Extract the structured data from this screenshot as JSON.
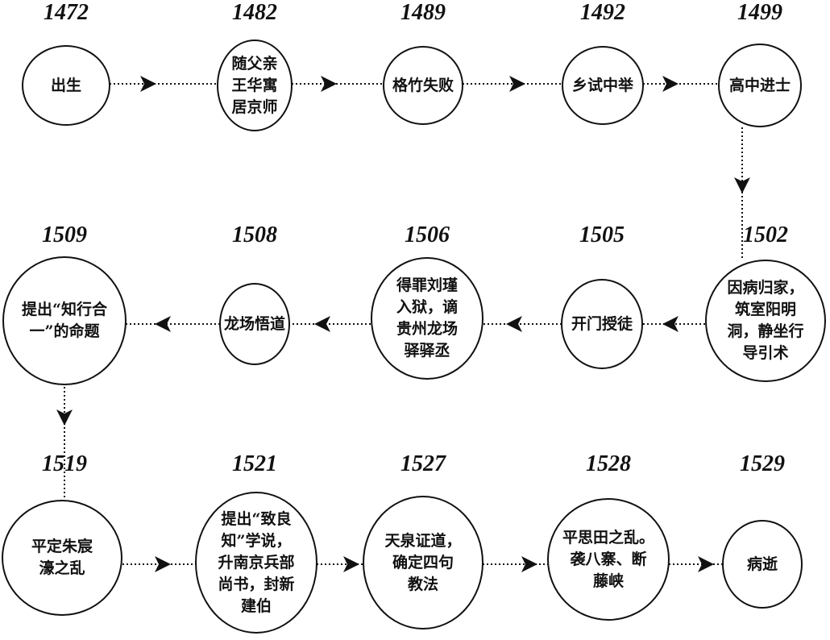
{
  "title": "王阳明生平时间线",
  "events": [
    {
      "year": "1472",
      "text": "出生"
    },
    {
      "year": "1482",
      "text": "随父亲\n王华寓\n居京师"
    },
    {
      "year": "1489",
      "text": "格竹失败"
    },
    {
      "year": "1492",
      "text": "乡试中举"
    },
    {
      "year": "1499",
      "text": "高中进士"
    },
    {
      "year": "1502",
      "text": "因病归家，\n筑室阳明\n洞，静坐行\n导引术"
    },
    {
      "year": "1505",
      "text": "开门授徒"
    },
    {
      "year": "1506",
      "text": "得罪刘瑾\n入狱，谪\n贵州龙场\n驿驿丞"
    },
    {
      "year": "1508",
      "text": "龙场悟道"
    },
    {
      "year": "1509",
      "text": "提出“知行合\n一”的命题"
    },
    {
      "year": "1519",
      "text": "平定朱宸\n濠之乱"
    },
    {
      "year": "1521",
      "text": "提出“致良\n知”学说，\n升南京兵部\n尚书，封新\n建伯"
    },
    {
      "year": "1527",
      "text": "天泉证道，\n确定四句\n教法"
    },
    {
      "year": "1528",
      "text": "平思田之乱。\n袭八寨、断\n藤峡"
    },
    {
      "year": "1529",
      "text": "病逝"
    }
  ]
}
